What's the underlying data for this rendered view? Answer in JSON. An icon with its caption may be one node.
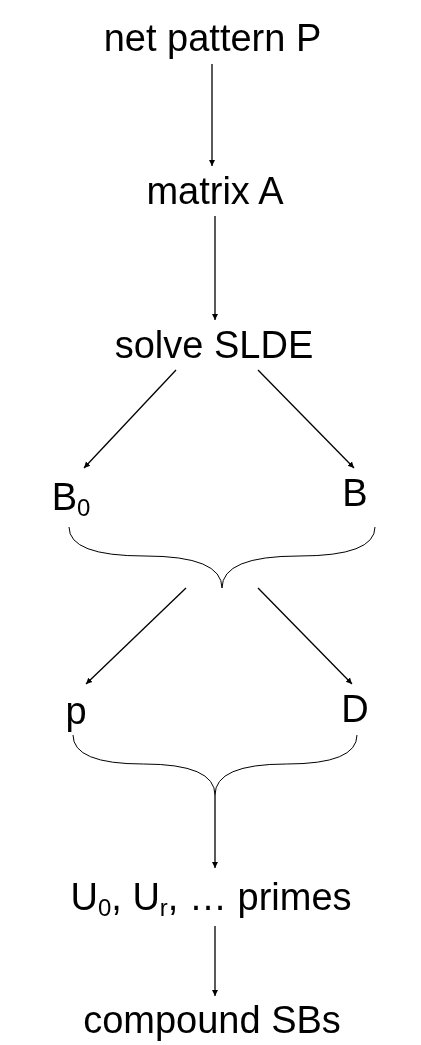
{
  "diagram": {
    "nodes": [
      {
        "text": [
          "net pattern P"
        ]
      },
      {
        "text": [
          "matrix A"
        ]
      },
      {
        "text": [
          "solve SLDE"
        ]
      },
      {
        "text": [
          "B$_{0}$"
        ]
      },
      {
        "text": [
          "B"
        ]
      },
      {
        "text": [
          "p"
        ]
      },
      {
        "text": [
          "D"
        ]
      },
      {
        "text": [
          "U$_{0}$, U$_{r}$, … primes"
        ]
      },
      {
        "text": [
          "compound SBs"
        ]
      },
      {
        "text": [],
        "shape": "brace"
      },
      {
        "text": [],
        "shape": "brace"
      }
    ],
    "edges": [
      {
        "from": 0,
        "to": 1,
        "arrow": "to"
      },
      {
        "from": 1,
        "to": 2,
        "arrow": "to"
      },
      {
        "from": 2,
        "to": 3,
        "arrow": "to"
      },
      {
        "from": 2,
        "to": 4,
        "arrow": "to"
      },
      {
        "from": 9,
        "to": 5,
        "arrow": "to"
      },
      {
        "from": 9,
        "to": 6,
        "arrow": "to"
      },
      {
        "from": 10,
        "to": 7,
        "arrow": "to"
      },
      {
        "from": 7,
        "to": 8,
        "arrow": "to"
      }
    ]
  }
}
